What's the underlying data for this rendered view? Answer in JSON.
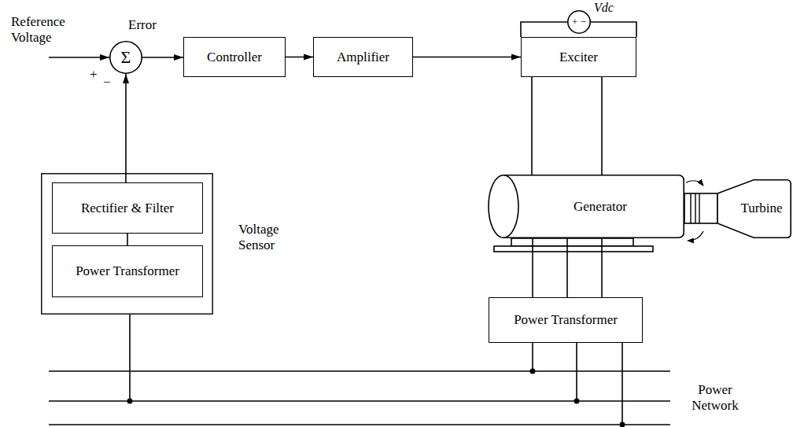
{
  "diagram": {
    "nodes": [
      {
        "text": [
          "Σ"
        ]
      },
      {
        "text": [
          "Controller"
        ]
      },
      {
        "text": [
          "Amplifier"
        ]
      },
      {
        "text": [
          "Exciter"
        ]
      },
      {
        "text": [
          "Vdc",
          "+ −"
        ]
      },
      {
        "text": [
          "Voltage Sensor"
        ]
      },
      {
        "text": [
          "Rectifier & Filter"
        ],
        "in": 5
      },
      {
        "text": [
          "Power Transformer"
        ],
        "in": 5
      },
      {
        "text": [
          "Generator"
        ]
      },
      {
        "text": [
          "Turbine"
        ]
      },
      {
        "text": [
          "Power Transformer"
        ]
      }
    ],
    "edges": [
      {
        "from": 0,
        "to": 1,
        "arrow": "to"
      },
      {
        "from": 1,
        "to": 2,
        "arrow": "to"
      },
      {
        "from": 2,
        "to": 3,
        "arrow": "to"
      },
      {
        "from": 4,
        "to": 3,
        "arrow": "none"
      },
      {
        "from": 3,
        "to": 8,
        "arrow": "none"
      },
      {
        "from": 8,
        "to": 10,
        "arrow": "none"
      },
      {
        "from": 7,
        "to": 6,
        "arrow": "none"
      },
      {
        "from": 6,
        "to": 0,
        "arrow": "to"
      }
    ],
    "labels": [
      "Reference Voltage",
      "Error",
      "+",
      "−",
      "Power Network"
    ]
  }
}
